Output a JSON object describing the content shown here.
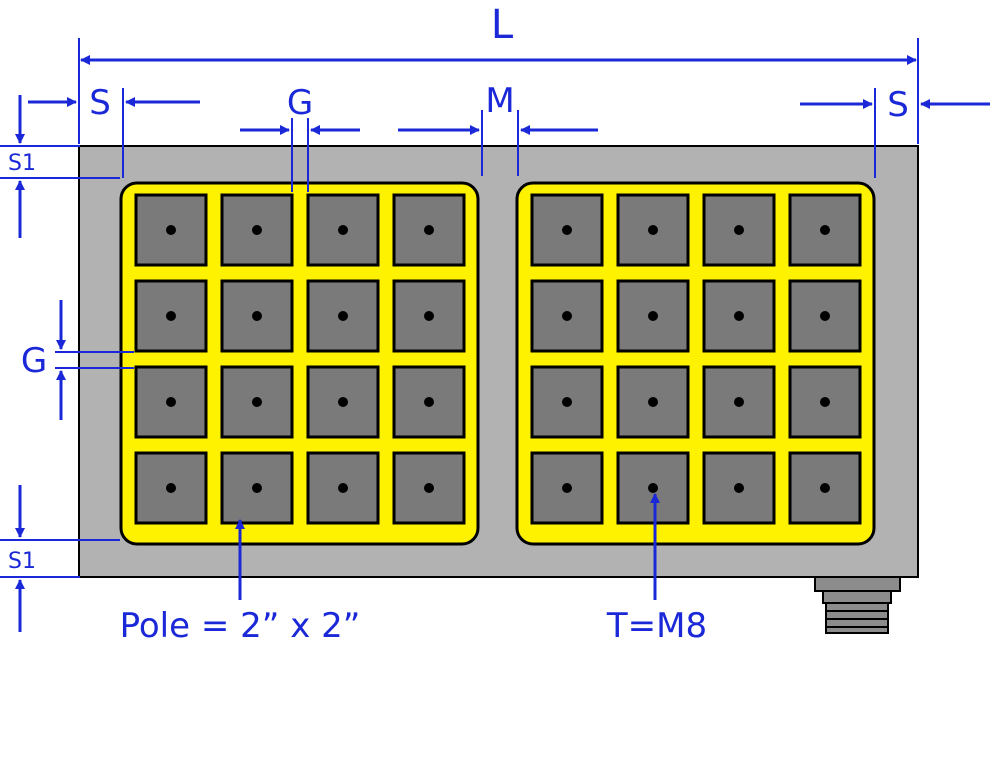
{
  "labels": {
    "length": "L",
    "side_margin_left": "S",
    "side_margin_right": "S",
    "gap_top": "G",
    "gap_left": "G",
    "middle": "M",
    "s1_top": "S1",
    "s1_bottom": "S1",
    "pole": "Pole = 2” x 2”",
    "thread": "T=M8"
  },
  "grid": {
    "panels": 2,
    "rows": 4,
    "cols": 4
  },
  "colors": {
    "dimension": "#1a28d8",
    "plate": "#b2b2b2",
    "pole": "#7a7a7a",
    "insulation": "#fff200",
    "outline": "#000000",
    "connector": "#8c8c8c"
  },
  "icons": [
    "connector-icon"
  ]
}
